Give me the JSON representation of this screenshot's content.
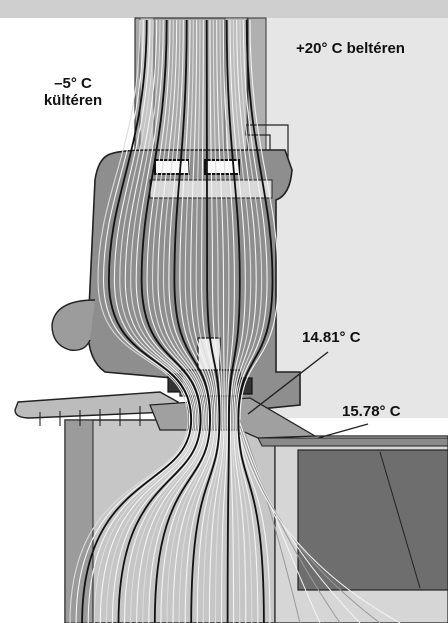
{
  "labels": {
    "outdoor_line1": "–5° C",
    "outdoor_line2": "kültéren",
    "indoor": "+20° C beltéren",
    "temp_point_1": "14.81° C",
    "temp_point_2": "15.78° C"
  },
  "colors": {
    "background": "#ffffff",
    "top_band": "#cfcfcf",
    "sash_gray": "#9a9a9a",
    "frame_gray": "#8c8c8c",
    "wall_gray": "#bdbdbd",
    "room_gray": "#e4e4e4",
    "dark_block": "#6e6e6e",
    "line_light": "#f2f2f2",
    "line_dark": "#111111"
  }
}
